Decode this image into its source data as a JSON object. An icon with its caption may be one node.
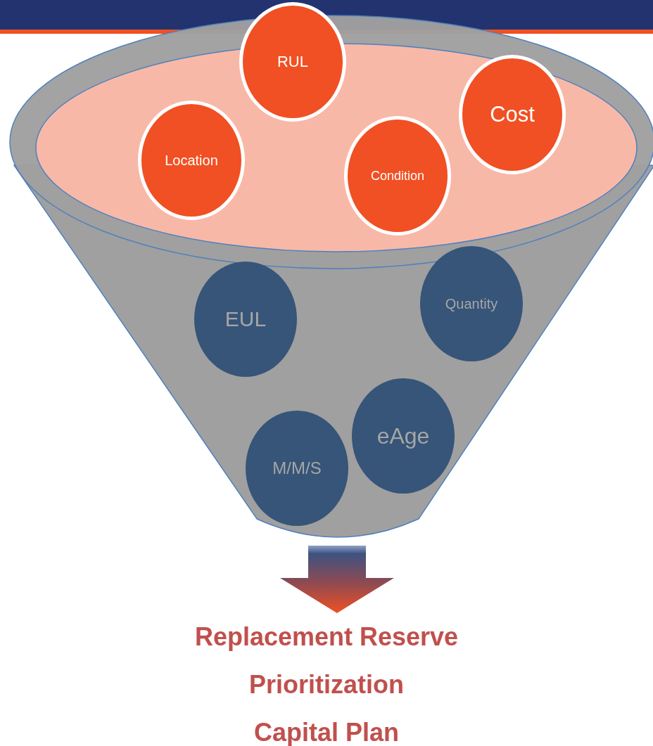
{
  "diagram": {
    "nodes": [
      {
        "text": [],
        "shape": "funnel"
      },
      {
        "text": [
          "RUL"
        ]
      },
      {
        "text": [
          "Cost"
        ]
      },
      {
        "text": [
          "Location"
        ]
      },
      {
        "text": [
          "Condition"
        ]
      },
      {
        "text": [
          "Quantity"
        ],
        "in": 0
      },
      {
        "text": [
          "EUL"
        ],
        "in": 0
      },
      {
        "text": [
          "eAge"
        ],
        "in": 0
      },
      {
        "text": [
          "M/M/S"
        ],
        "in": 0
      },
      {
        "text": [
          "Replacement Reserve",
          "Prioritization",
          "Capital Plan"
        ]
      }
    ],
    "edges": [
      {
        "from": 0,
        "to": 9,
        "arrow": "to",
        "style": "thick"
      }
    ]
  }
}
